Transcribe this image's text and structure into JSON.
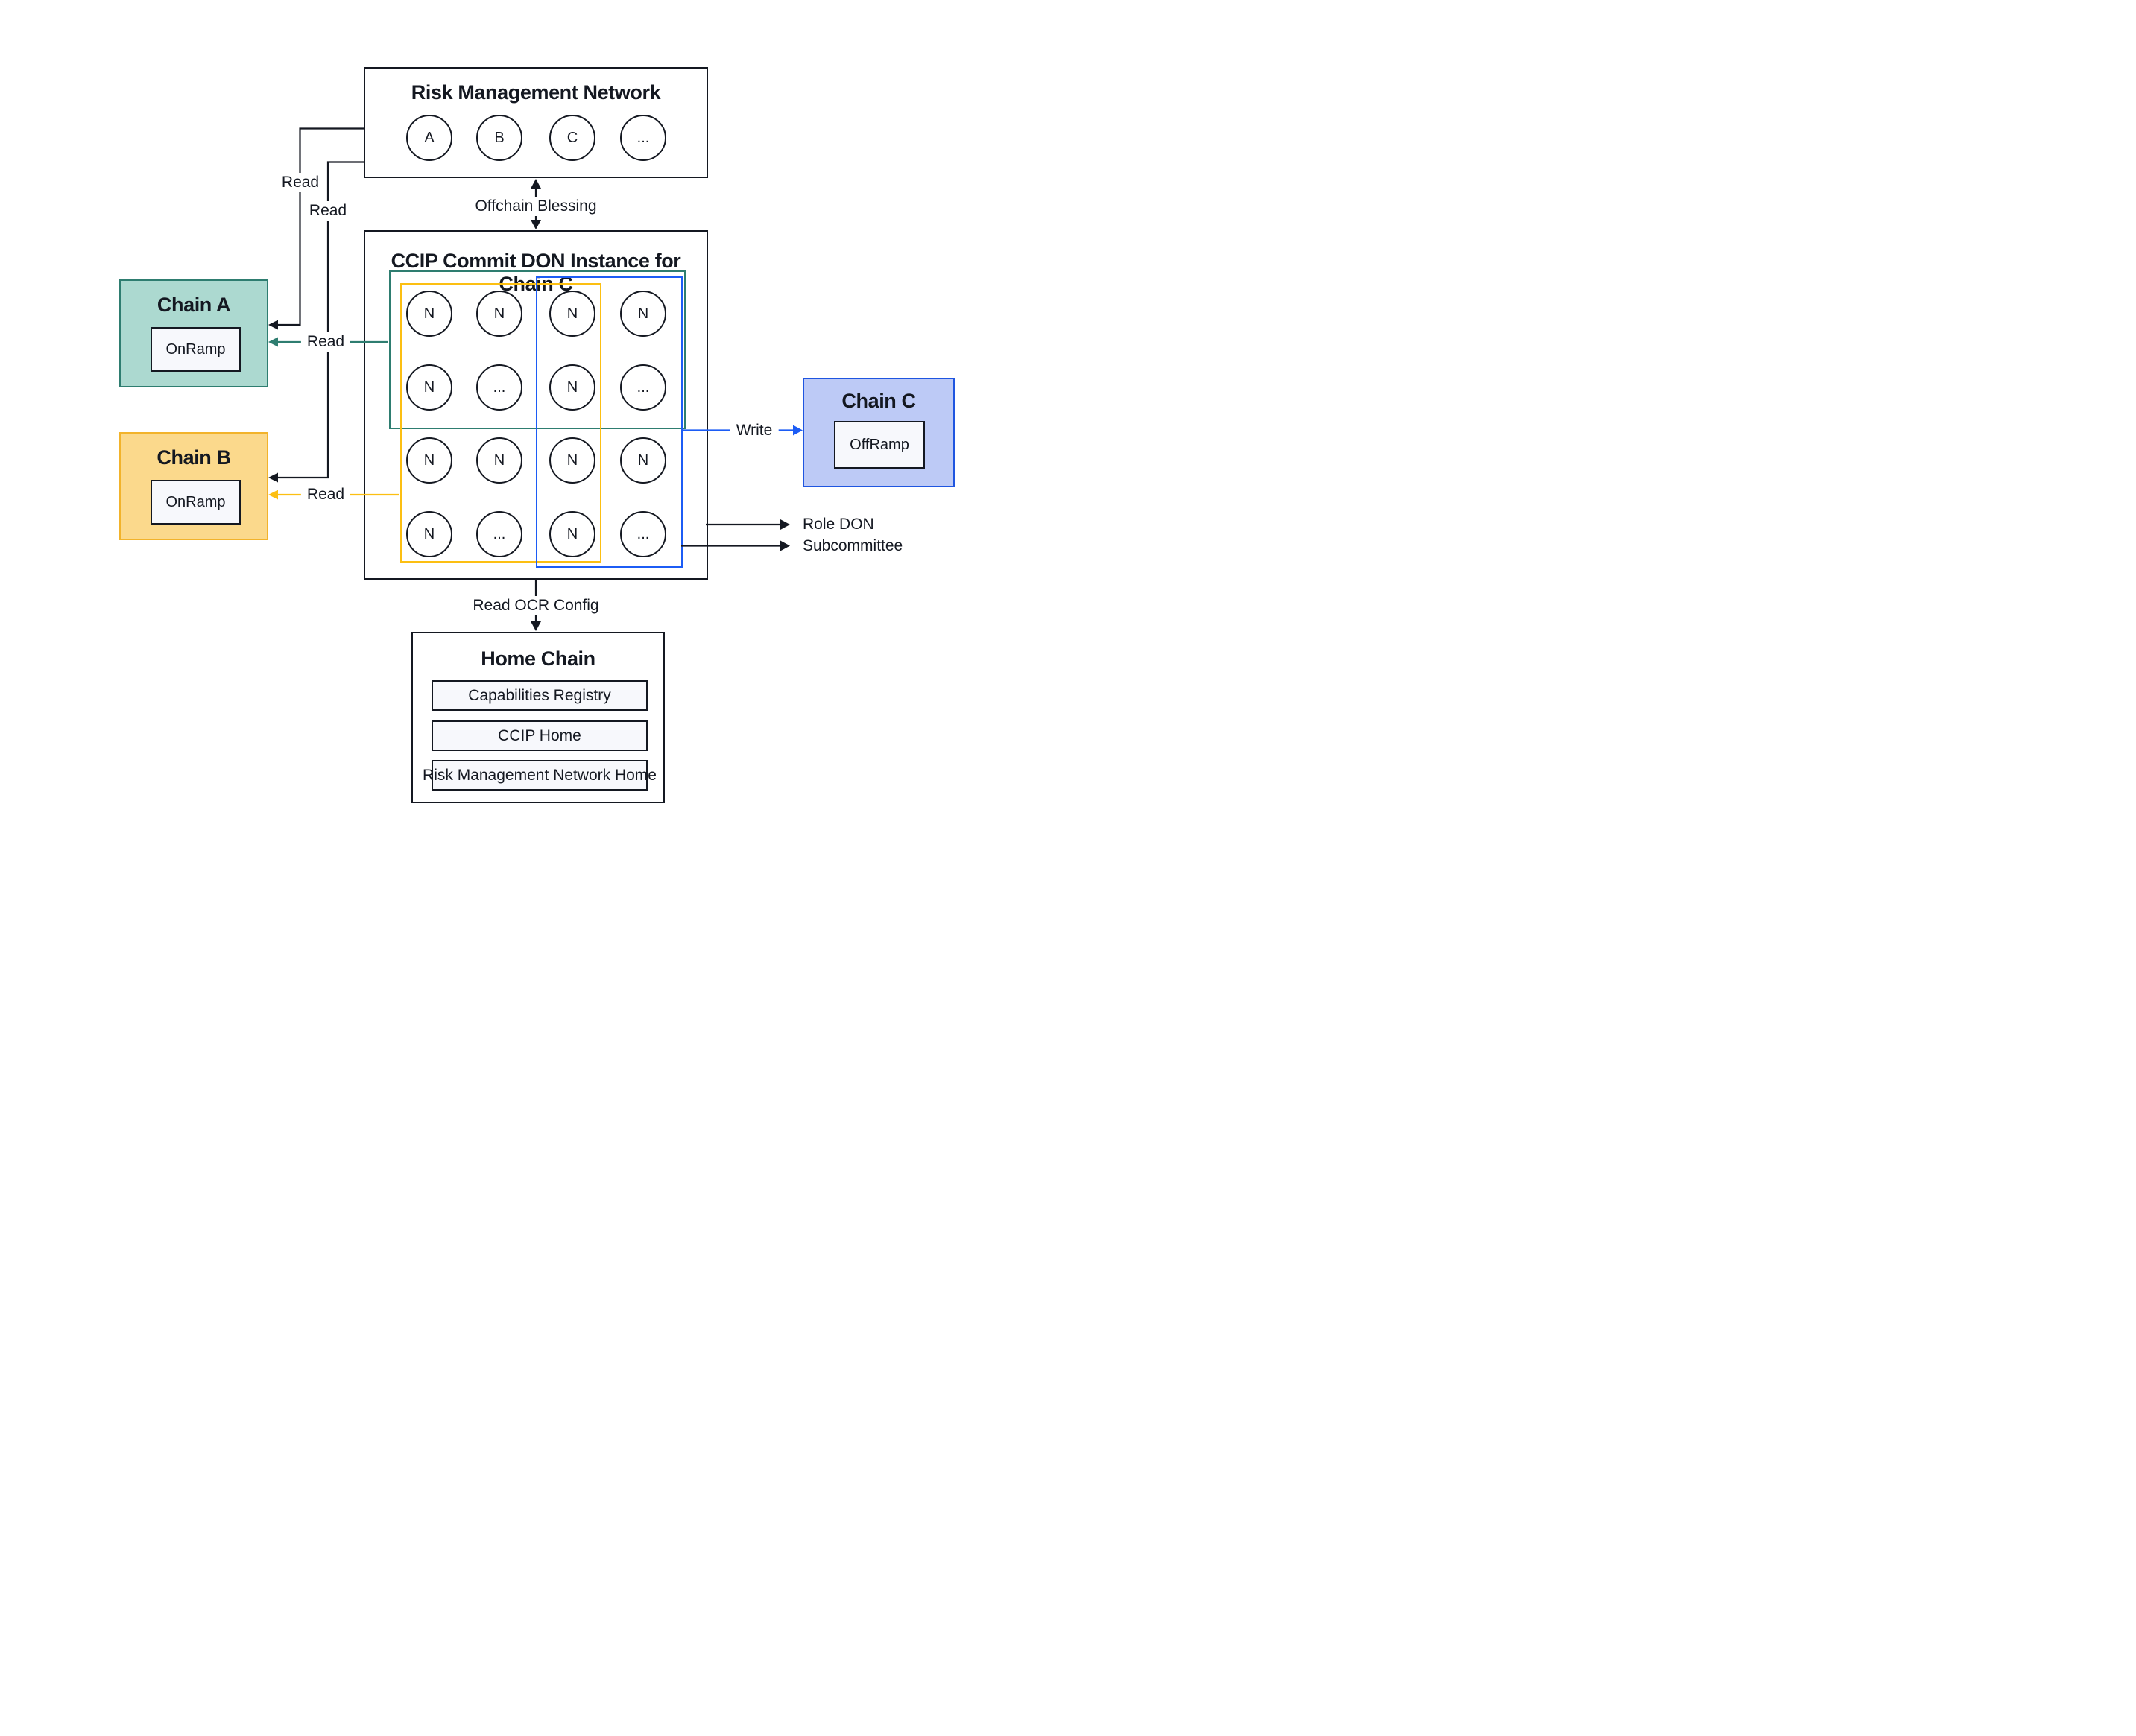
{
  "colors": {
    "ink": "#141821",
    "chain_a_fill": "#ACD9D0",
    "chain_a_border": "#2E7D70",
    "chain_b_fill": "#FBD98C",
    "chain_b_border": "#F2B32B",
    "chain_c_fill": "#BDCAF6",
    "chain_c_border": "#1F55E0",
    "teal_group": "#2E7D70",
    "yellow_group": "#FCBF12",
    "blue_group": "#1C5CF5",
    "contract_fill": "#F7F8FC"
  },
  "rmn": {
    "title": "Risk Management Network",
    "nodes": [
      "A",
      "B",
      "C",
      "..."
    ]
  },
  "ccip": {
    "title": "CCIP Commit DON Instance for Chain C",
    "grid": [
      [
        "N",
        "N",
        "N",
        "N"
      ],
      [
        "N",
        "...",
        "N",
        "..."
      ],
      [
        "N",
        "N",
        "N",
        "N"
      ],
      [
        "N",
        "...",
        "N",
        "..."
      ]
    ]
  },
  "chain_a": {
    "title": "Chain A",
    "contract": "OnRamp"
  },
  "chain_b": {
    "title": "Chain B",
    "contract": "OnRamp"
  },
  "chain_c": {
    "title": "Chain C",
    "contract": "OffRamp"
  },
  "home": {
    "title": "Home Chain",
    "contracts": [
      "Capabilities Registry",
      "CCIP Home",
      "Risk Management Network Home"
    ]
  },
  "edges": {
    "offchain_blessing": "Offchain Blessing",
    "read_rmn_chain_a": "Read",
    "read_rmn_chain_b": "Read",
    "read_committee_chain_a": "Read",
    "read_committee_chain_b": "Read",
    "write": "Write",
    "read_ocr_config": "Read OCR Config",
    "role_don": "Role DON",
    "subcommittee": "Subcommittee"
  }
}
